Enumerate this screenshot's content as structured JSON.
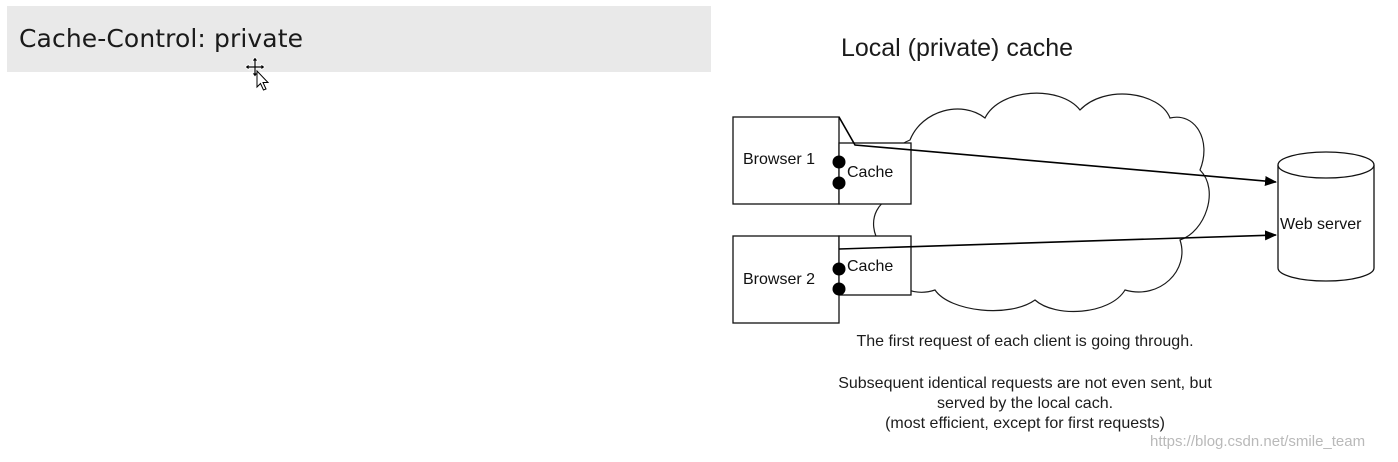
{
  "heading": {
    "text": "Cache-Control: private"
  },
  "diagram": {
    "title": "Local (private) cache",
    "nodes": {
      "browser1": "Browser 1",
      "browser2": "Browser 2",
      "cache1": "Cache",
      "cache2": "Cache",
      "server": "Web server"
    },
    "captions": {
      "line1": "The first request of each client is going through.",
      "line2": "Subsequent identical requests are not even sent, but",
      "line3": "served by the local cach.",
      "line4": "(most efficient, except for first requests)"
    }
  },
  "watermark": "https://blog.csdn.net/smile_team"
}
